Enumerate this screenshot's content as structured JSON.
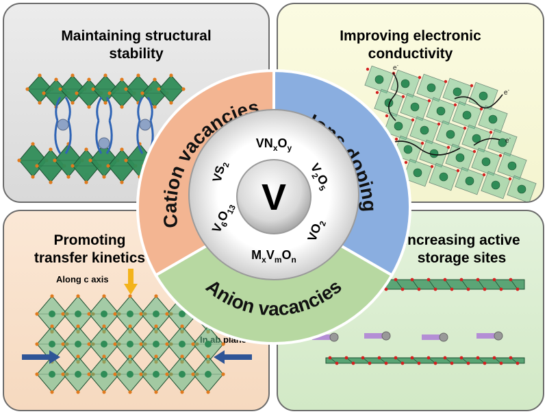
{
  "panels": {
    "top_left": {
      "title_1": "Maintaining structural",
      "title_2": "stability"
    },
    "top_right": {
      "title_1": "Improving electronic",
      "title_2": "conductivity",
      "electron": "e",
      "electron_sup": "-"
    },
    "bottom_left": {
      "title_1": "Promoting",
      "title_2": "transfer kinetics",
      "along_c_axis": "Along c axis",
      "in_ab_plane": "In ab plane"
    },
    "bottom_right": {
      "title_1": "Increasing active",
      "title_2": "storage sites"
    }
  },
  "center": {
    "core": "V",
    "ring_segments": {
      "cation": "Cation vacancies",
      "ions": "Ions doping",
      "anion": "Anion vacancies"
    },
    "compounds": {
      "vnxoy": {
        "a": "VN",
        "b": "x",
        "c": "O",
        "d": "y"
      },
      "v2o5": {
        "a": "V",
        "b": "2",
        "c": "O",
        "d": "5"
      },
      "vo2": {
        "a": "VO",
        "b": "2"
      },
      "mxvmon": {
        "a": "M",
        "b": "x",
        "c": "V",
        "d": "m",
        "e": "O",
        "f": "n"
      },
      "v6o13": {
        "a": "V",
        "b": "6",
        "c": "O",
        "d": "13"
      },
      "vs2": {
        "a": "VS",
        "b": "2"
      }
    }
  },
  "colors": {
    "cation": "#f3b592",
    "ions": "#8aaee0",
    "anion": "#b7d8a1",
    "octahedron": "#2f8c57",
    "oxygen": "#e07a1e",
    "ion": "#8ea3c6"
  }
}
